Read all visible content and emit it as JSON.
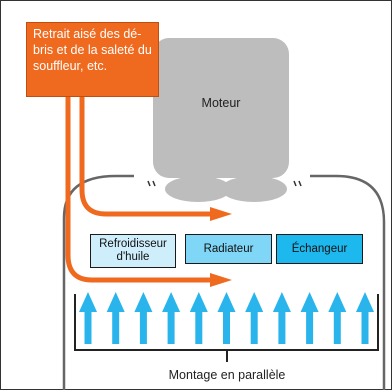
{
  "callout": {
    "text": "Retrait aisé des dé-bris et de la saleté du souffleur, etc."
  },
  "engine": {
    "label": "Moteur"
  },
  "components": [
    {
      "label": "Refroidisseur d'huile",
      "color": "#cfeefc"
    },
    {
      "label": "Radiateur",
      "color": "#7fd6f6"
    },
    {
      "label": "Échangeur",
      "color": "#1cb8ee"
    }
  ],
  "mounting": {
    "label": "Montage en parallèle"
  },
  "airflow": {
    "arrow_count": 11,
    "color": "#29b5ec"
  },
  "colors": {
    "flow_orange": "#ef6a1e",
    "engine_gray": "#bdbdbd",
    "duct_gray": "#666666"
  }
}
